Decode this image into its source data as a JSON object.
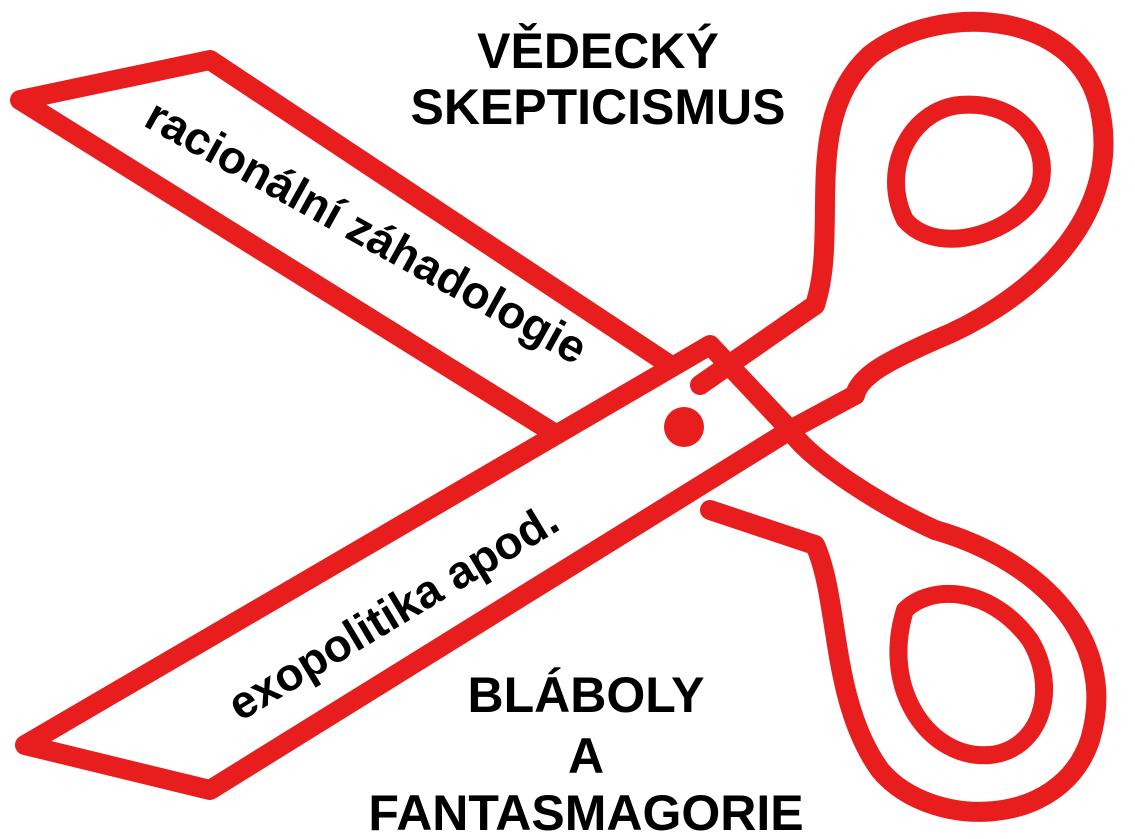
{
  "title_top": {
    "line1": "VĚDECKÝ",
    "line2": "SKEPTICISMUS"
  },
  "title_bottom": {
    "line1": "BLÁBOLY",
    "line2": "A",
    "line3": "FANTASMAGORIE"
  },
  "blade_upper_label": "racionální záhadologie",
  "blade_lower_label": "exopolitika apod.",
  "colors": {
    "scissors_outline": "#e81d1d",
    "background": "#ffffff",
    "text": "#000000"
  },
  "icons": {
    "scissors": "scissors-icon",
    "pivot": "pivot-dot"
  }
}
